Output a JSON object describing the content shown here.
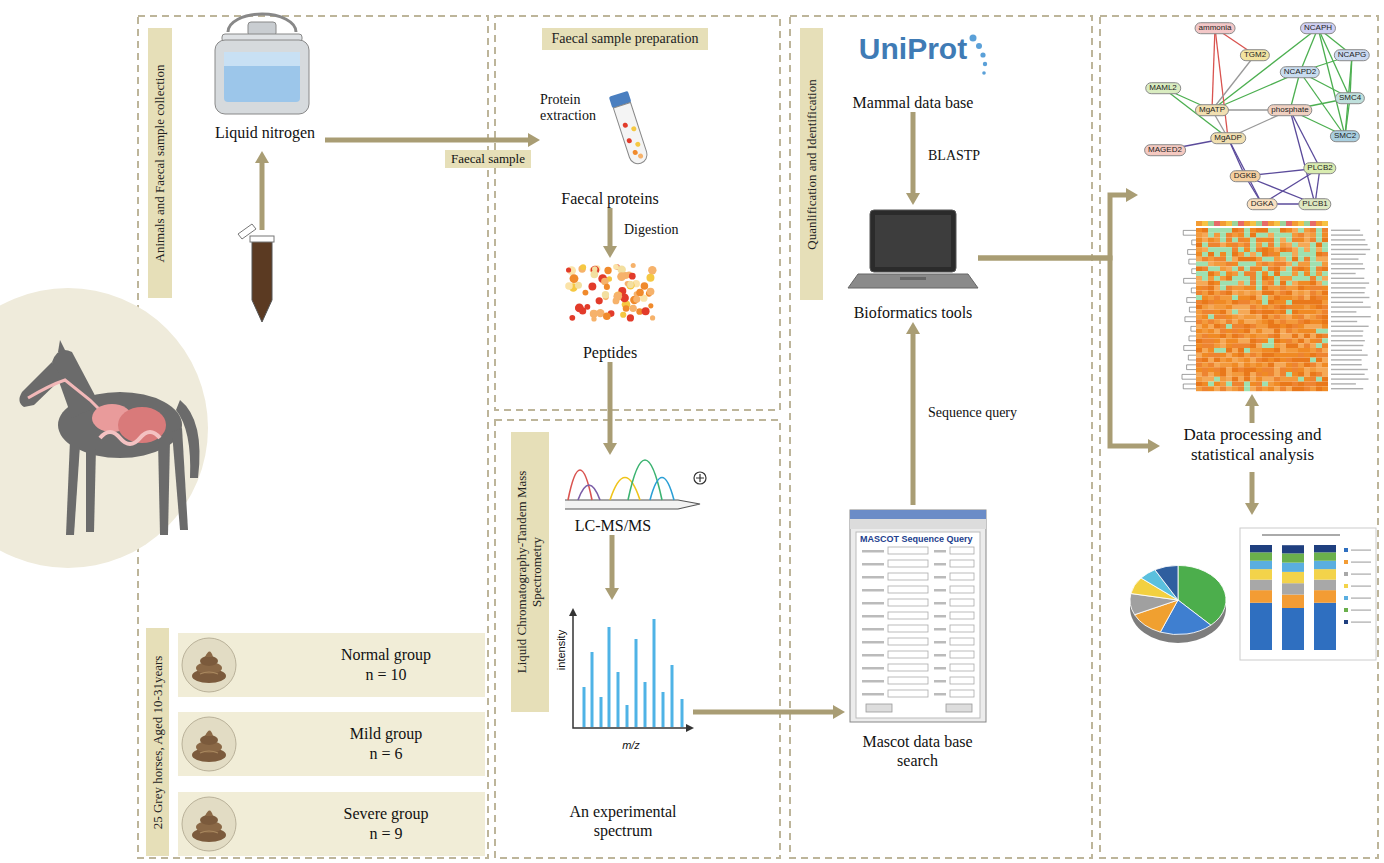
{
  "diagram": {
    "nodes": [
      {
        "text": [
          "Animals and Faecal sample collection"
        ]
      },
      {
        "text": [
          "Liquid nitrogen"
        ]
      },
      {
        "text": [
          "25 Grey horses, Aged 10-31years"
        ]
      },
      {
        "text": [
          "Normal group",
          "n = 10"
        ]
      },
      {
        "text": [
          "Mild group",
          "n = 6"
        ]
      },
      {
        "text": [
          "Severe group",
          "n = 9"
        ]
      },
      {
        "text": [
          "Faecal sample preparation"
        ]
      },
      {
        "text": [
          "Protein extraction",
          "Faecal proteins"
        ]
      },
      {
        "text": [
          "Peptides"
        ]
      },
      {
        "text": [
          "Liquid Chromatography-Tandem Mass Spectrometry"
        ]
      },
      {
        "text": [
          "LC-MS/MS"
        ]
      },
      {
        "text": [
          "An experimental spectrum"
        ]
      },
      {
        "text": [
          "Quanlification and Identification"
        ]
      },
      {
        "text": [
          "UniProt",
          "Mammal data base"
        ]
      },
      {
        "text": [
          "Bioformatics tools"
        ]
      },
      {
        "text": [
          "Mascot data base search"
        ]
      },
      {
        "text": [
          "ammonia",
          "NCAPH",
          "NCAPG",
          "TGM2",
          "NCAPD2",
          "SMC4",
          "MAML2",
          "MgATP",
          "phosphate",
          "SMC2",
          "MgADP",
          "MAGED2",
          "PLCB2",
          "DGKB",
          "DGKA",
          "PLCB1"
        ]
      },
      {
        "text": [
          "Data processing and statistical analysis"
        ]
      }
    ],
    "edges": [
      {
        "from": 1,
        "to": 7,
        "label": "Faecal sample",
        "arrow": "to"
      },
      {
        "from": 7,
        "to": 8,
        "label": "Digestion",
        "arrow": "to"
      },
      {
        "from": 8,
        "to": 10,
        "arrow": "to"
      },
      {
        "from": 10,
        "to": 11,
        "arrow": "to"
      },
      {
        "from": 11,
        "to": 15,
        "arrow": "to"
      },
      {
        "from": 13,
        "to": 14,
        "label": "BLASTP",
        "arrow": "to"
      },
      {
        "from": 15,
        "to": 14,
        "label": "Sequence query",
        "arrow": "to"
      },
      {
        "from": 14,
        "to": 16,
        "arrow": "to"
      },
      {
        "from": 14,
        "to": 17,
        "arrow": "to"
      }
    ],
    "labels": [
      "intensity",
      "m/z",
      "MASCOT Sequence Query"
    ]
  }
}
